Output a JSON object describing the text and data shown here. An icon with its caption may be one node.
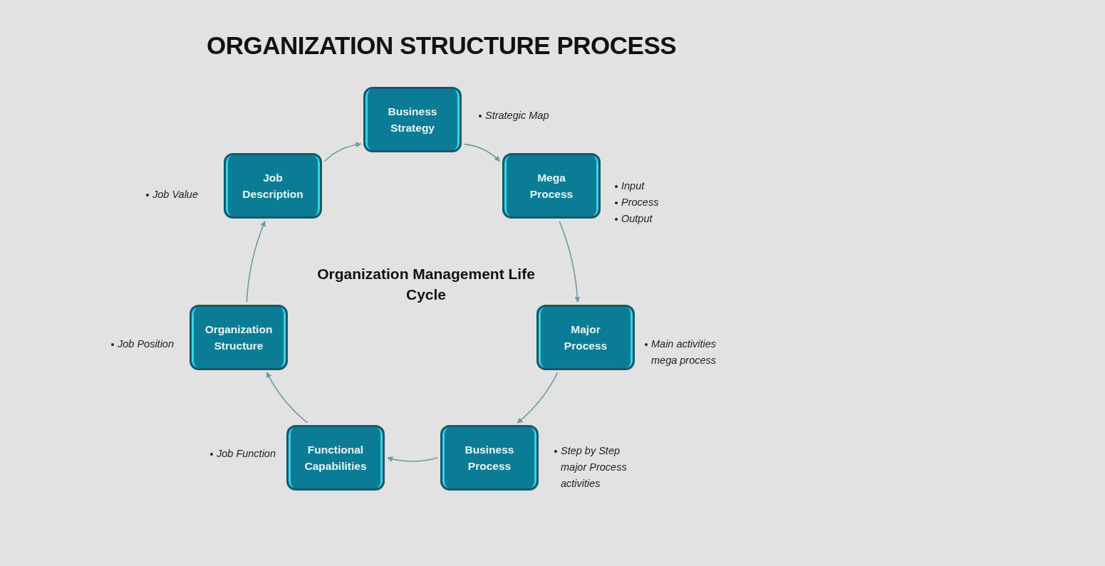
{
  "diagram": {
    "title": "ORGANIZATION STRUCTURE PROCESS",
    "nodes": [
      {
        "text": [
          "Business Strategy"
        ],
        "beside": [
          "Strategic Map"
        ]
      },
      {
        "text": [
          "Mega Process"
        ],
        "beside": [
          "Input",
          "Process",
          "Output"
        ]
      },
      {
        "text": [
          "Major Process"
        ],
        "beside": [
          "Main activities mega process"
        ]
      },
      {
        "text": [
          "Business Process"
        ],
        "beside": [
          "Step by Step major Process activities"
        ]
      },
      {
        "text": [
          "Functional Capabilities"
        ],
        "beside": [
          "Job Function"
        ]
      },
      {
        "text": [
          "Organization Structure"
        ],
        "beside": [
          "Job Position"
        ]
      },
      {
        "text": [
          "Job Description"
        ],
        "beside": [
          "Job Value"
        ]
      }
    ],
    "edges": [
      {
        "from": 0,
        "to": 1,
        "arrow": "to"
      },
      {
        "from": 1,
        "to": 2,
        "arrow": "to"
      },
      {
        "from": 2,
        "to": 3,
        "arrow": "to"
      },
      {
        "from": 3,
        "to": 4,
        "arrow": "to"
      },
      {
        "from": 4,
        "to": 5,
        "arrow": "to"
      },
      {
        "from": 5,
        "to": 6,
        "arrow": "to"
      },
      {
        "from": 6,
        "to": 0,
        "arrow": "to"
      }
    ],
    "labels": [
      "Organization Management Life Cycle"
    ]
  }
}
